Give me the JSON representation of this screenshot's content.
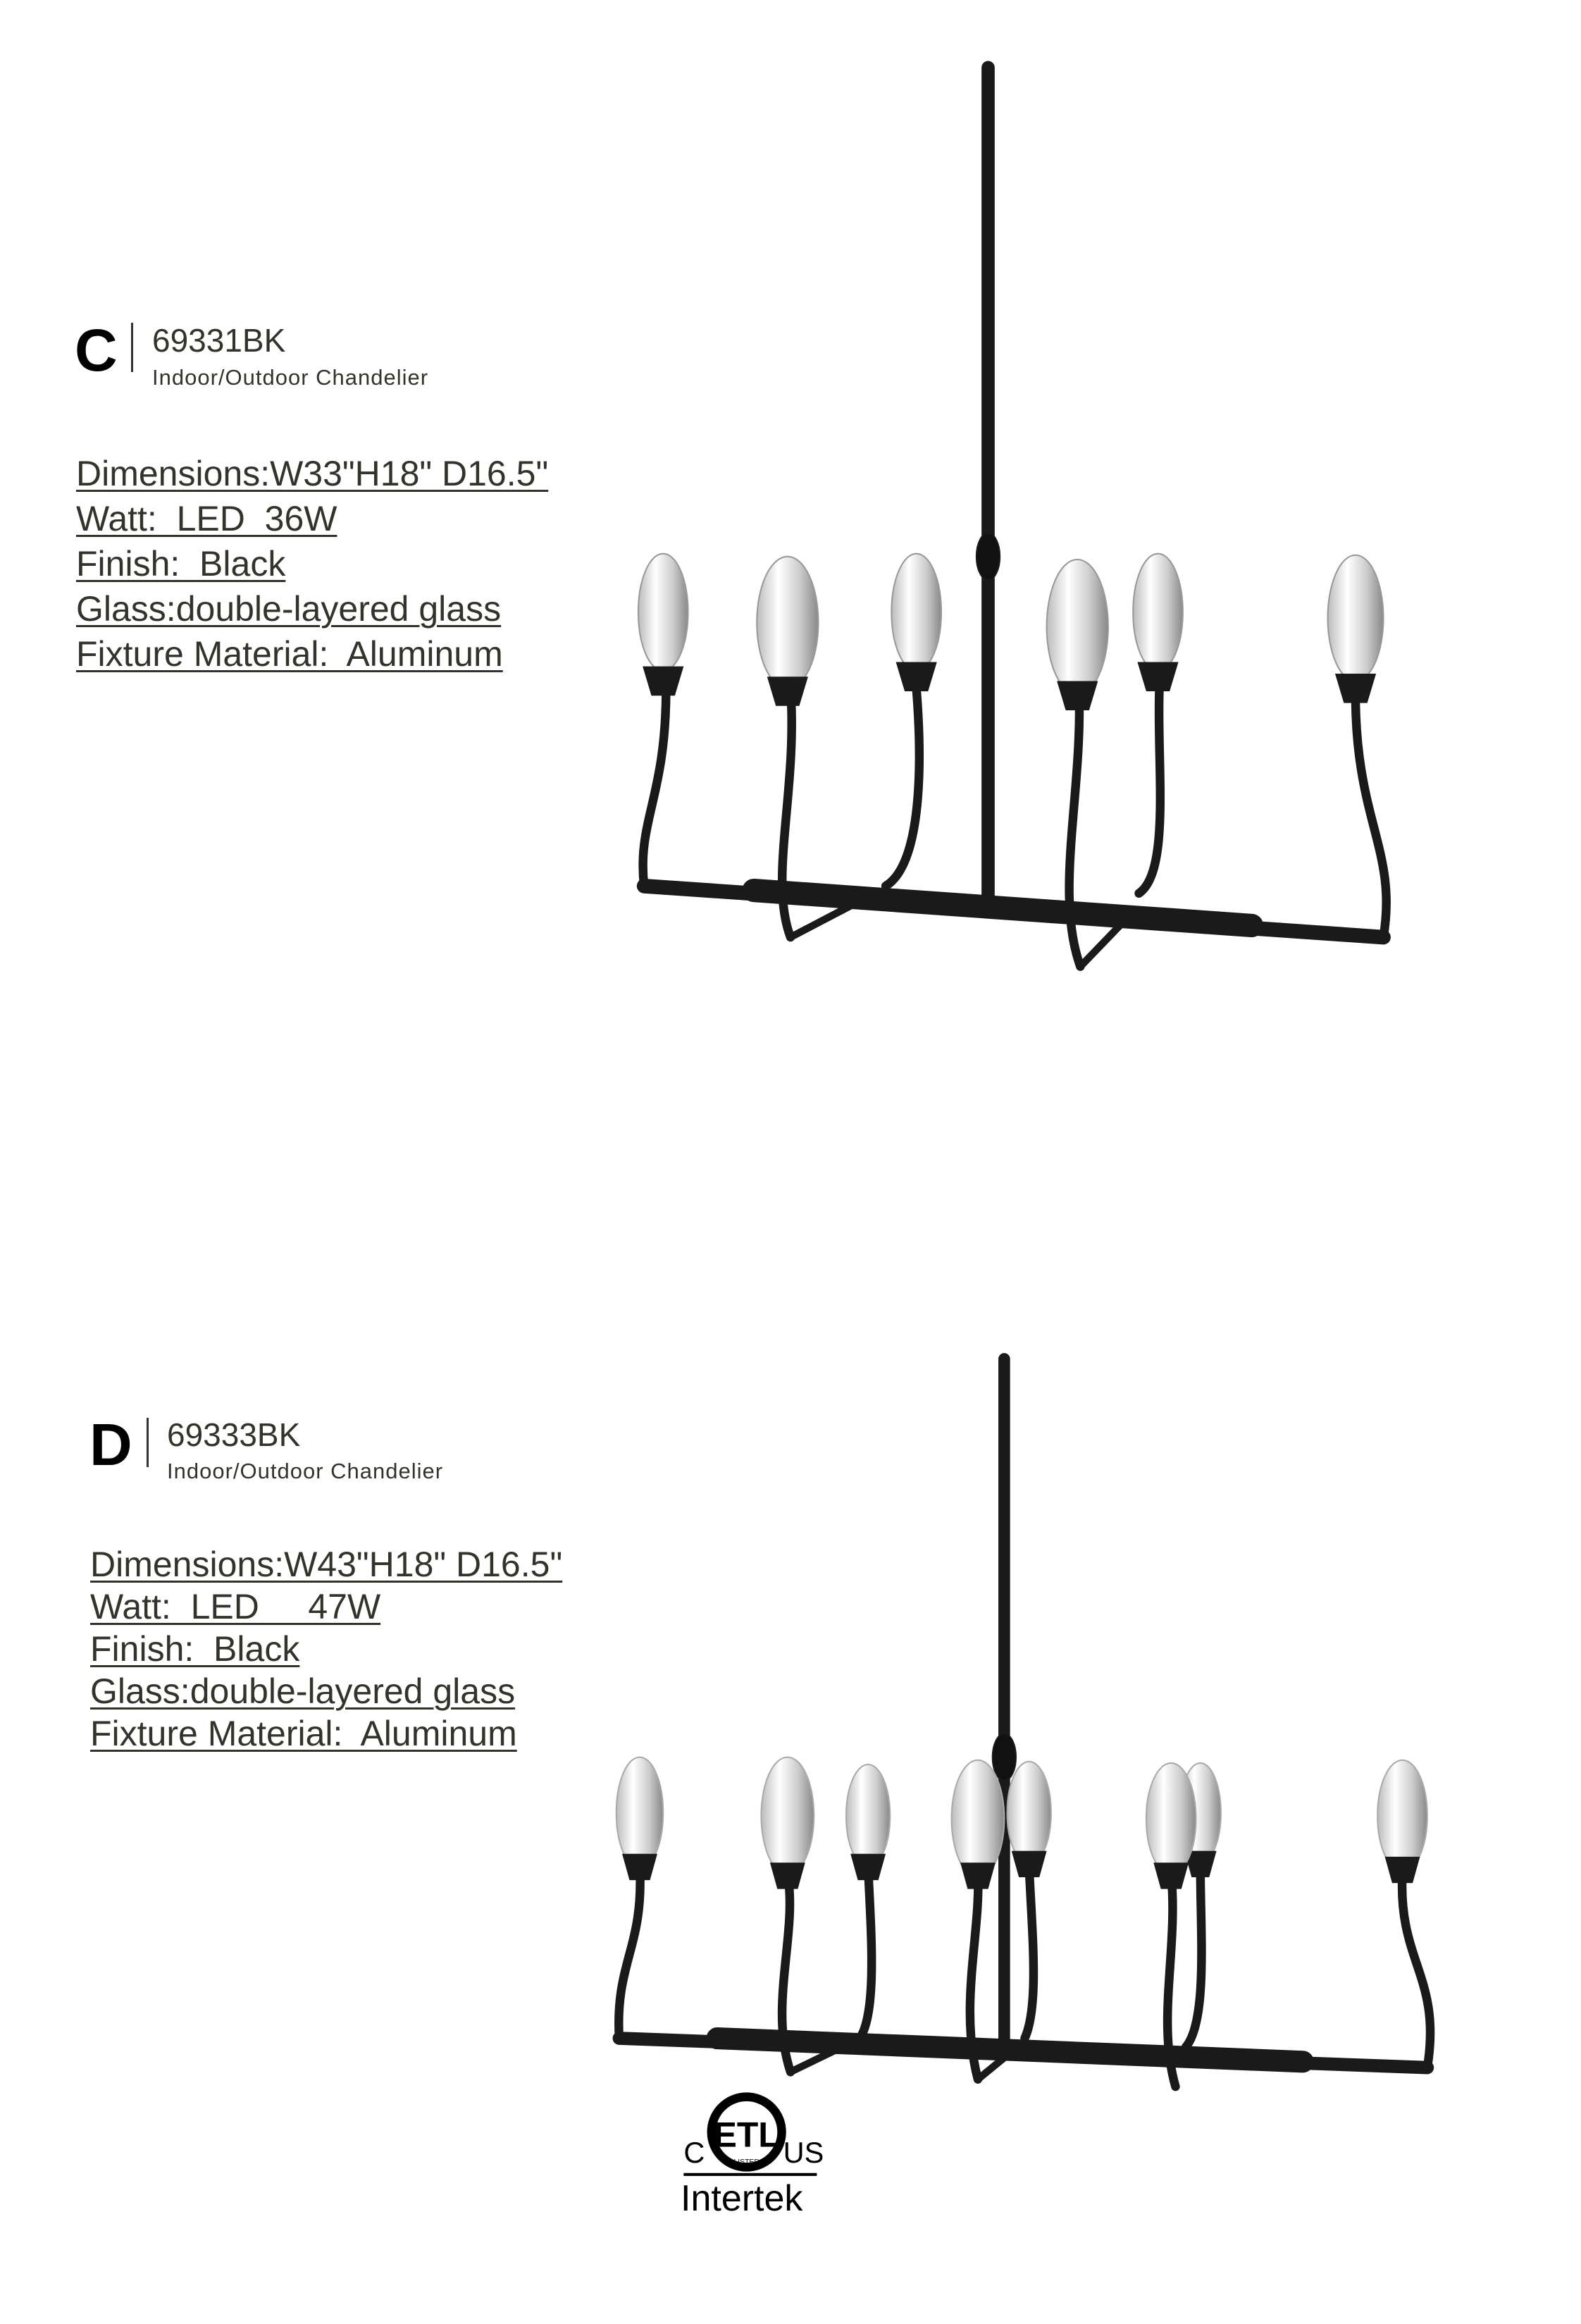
{
  "products": [
    {
      "letter": "C",
      "model": "69331BK",
      "type": "Indoor/Outdoor Chandelier",
      "specs": [
        "Dimensions:W33\"H18\" D16.5\"",
        "Watt:  LED  36W",
        "Finish:  Black",
        "Glass:double-layered glass",
        "Fixture Material:  Aluminum"
      ]
    },
    {
      "letter": "D",
      "model": "69333BK",
      "type": "Indoor/Outdoor Chandelier",
      "specs": [
        "Dimensions:W43\"H18\" D16.5\"",
        "Watt:  LED     47W",
        "Finish:  Black",
        "Glass:double-layered glass",
        "Fixture Material:  Aluminum"
      ]
    }
  ],
  "certification": {
    "mark": "ETL",
    "left": "C",
    "right": "US",
    "listed": "LISTED",
    "brand": "Intertek"
  }
}
